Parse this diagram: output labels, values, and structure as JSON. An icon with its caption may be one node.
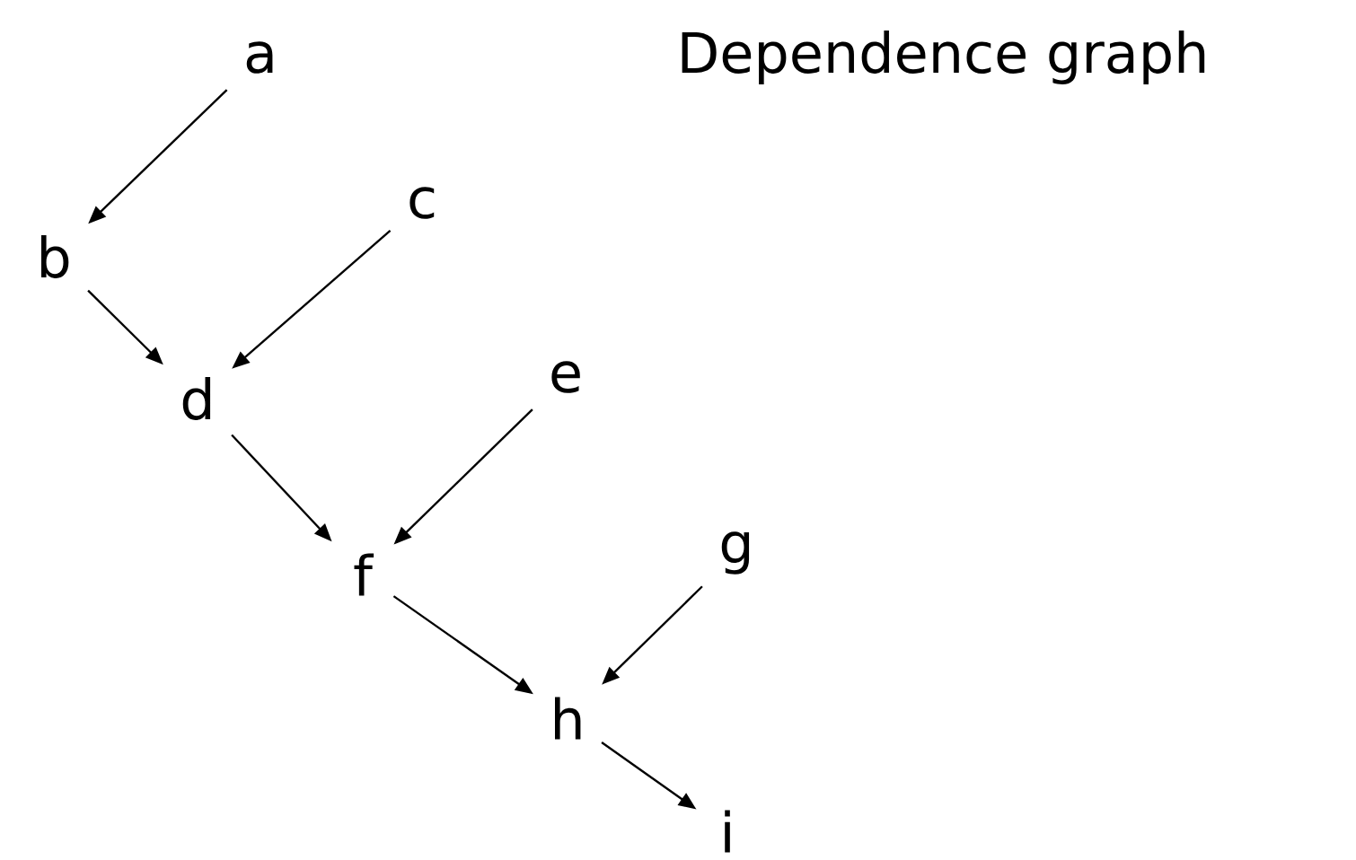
{
  "diagram": {
    "title": "Dependence graph",
    "nodes": [
      {
        "text": [
          "a"
        ]
      },
      {
        "text": [
          "b"
        ]
      },
      {
        "text": [
          "c"
        ]
      },
      {
        "text": [
          "d"
        ]
      },
      {
        "text": [
          "e"
        ]
      },
      {
        "text": [
          "f"
        ]
      },
      {
        "text": [
          "g"
        ]
      },
      {
        "text": [
          "h"
        ]
      },
      {
        "text": [
          "i"
        ]
      }
    ],
    "edges": [
      {
        "from": 0,
        "to": 1,
        "arrow": "to"
      },
      {
        "from": 1,
        "to": 3,
        "arrow": "to"
      },
      {
        "from": 2,
        "to": 3,
        "arrow": "to"
      },
      {
        "from": 3,
        "to": 5,
        "arrow": "to"
      },
      {
        "from": 4,
        "to": 5,
        "arrow": "to"
      },
      {
        "from": 5,
        "to": 7,
        "arrow": "to"
      },
      {
        "from": 6,
        "to": 7,
        "arrow": "to"
      },
      {
        "from": 7,
        "to": 8,
        "arrow": "to"
      }
    ]
  }
}
